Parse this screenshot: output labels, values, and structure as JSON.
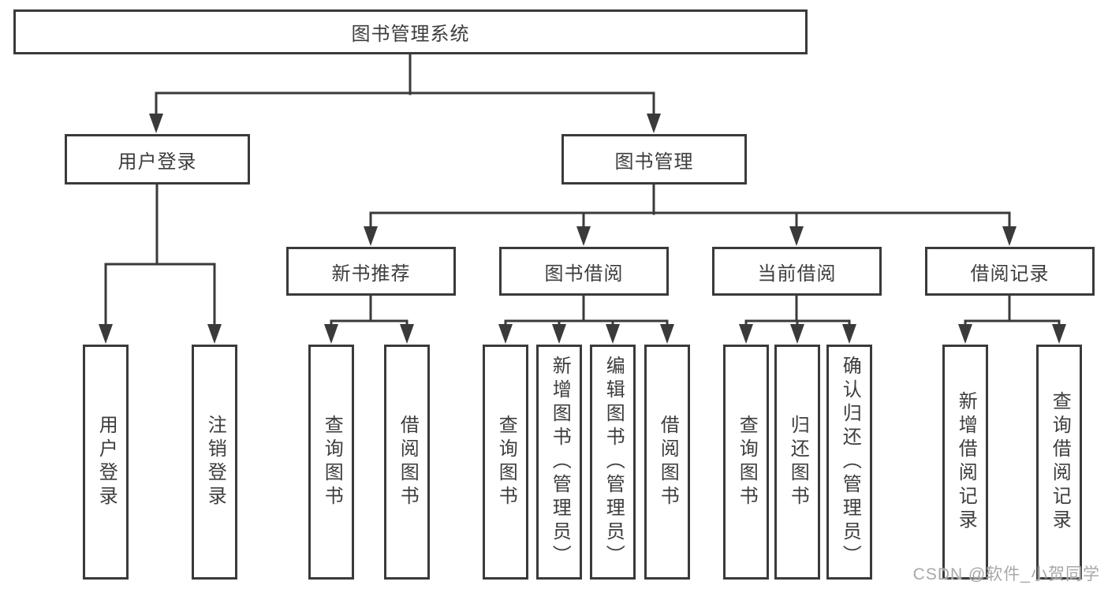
{
  "diagram": {
    "root": {
      "label": "图书管理系统"
    },
    "level2": [
      {
        "label": "用户登录"
      },
      {
        "label": "图书管理"
      }
    ],
    "level3": [
      {
        "label": "新书推荐"
      },
      {
        "label": "图书借阅"
      },
      {
        "label": "当前借阅"
      },
      {
        "label": "借阅记录"
      }
    ],
    "leaves": {
      "user_login": [
        "用户登录",
        "注销登录"
      ],
      "new_book": [
        "查询图书",
        "借阅图书"
      ],
      "book_borrow": [
        "查询图书",
        "新增图书（管理员）",
        "编辑图书（管理员）",
        "借阅图书"
      ],
      "current_borrow": [
        "查询图书",
        "归还图书",
        "确认归还（管理员）"
      ],
      "borrow_records": [
        "新增借阅记录",
        "查询借阅记录"
      ]
    },
    "colors": {
      "line": "#3a3a3a",
      "text": "#3d3d3d",
      "background": "#ffffff",
      "watermark": "#a8a8a8"
    }
  },
  "watermark": {
    "text": "CSDN @软件_小贺同学"
  }
}
